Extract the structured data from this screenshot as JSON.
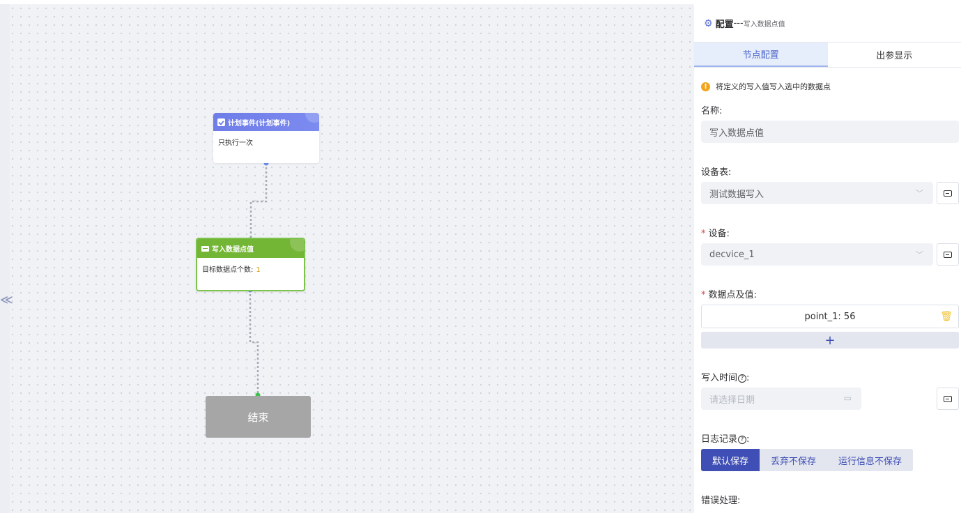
{
  "canvas": {
    "collapse_icon": "double-chevron-left-icon",
    "nodes": {
      "plan": {
        "title": "计划事件(计划事件)",
        "body": "只执行一次",
        "color": "#7480ea"
      },
      "write": {
        "title": "写入数据点值",
        "body_label": "目标数据点个数:",
        "body_value": "1",
        "color": "#73b534"
      },
      "end": {
        "title": "结束",
        "color": "#a6a6a6"
      }
    }
  },
  "panel": {
    "title": {
      "main": "配置",
      "sep": "---",
      "sub": "写入数据点值"
    },
    "tabs": [
      {
        "label": "节点配置",
        "active": true
      },
      {
        "label": "出参显示",
        "active": false
      }
    ],
    "hint": "将定义的写入值写入选中的数据点",
    "name": {
      "label": "名称:",
      "value": "写入数据点值"
    },
    "device_table": {
      "label": "设备表:",
      "value": "测试数据写入"
    },
    "device": {
      "required": "*",
      "label": "设备:",
      "value": "decvice_1"
    },
    "points": {
      "required": "*",
      "label": "数据点及值:",
      "rows": [
        "point_1: 56"
      ],
      "add_label": "+"
    },
    "write_time": {
      "label": "写入时间",
      "suffix": ":",
      "placeholder": "请选择日期"
    },
    "log": {
      "label": "日志记录",
      "suffix": ":",
      "options": [
        {
          "label": "默认保存",
          "active": true
        },
        {
          "label": "丢弃不保存",
          "active": false
        },
        {
          "label": "运行信息不保存",
          "active": false
        }
      ]
    },
    "error": {
      "label": "错误处理:"
    }
  },
  "colors": {
    "accent": "#3f4fb5",
    "warning": "#f2a51c",
    "success": "#73b534",
    "required": "#e04848"
  }
}
